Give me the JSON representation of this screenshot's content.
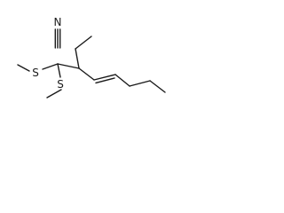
{
  "structure": {
    "atoms": {
      "nitrogen": "N",
      "sulfur_upper": "S",
      "sulfur_lower": "S"
    }
  }
}
